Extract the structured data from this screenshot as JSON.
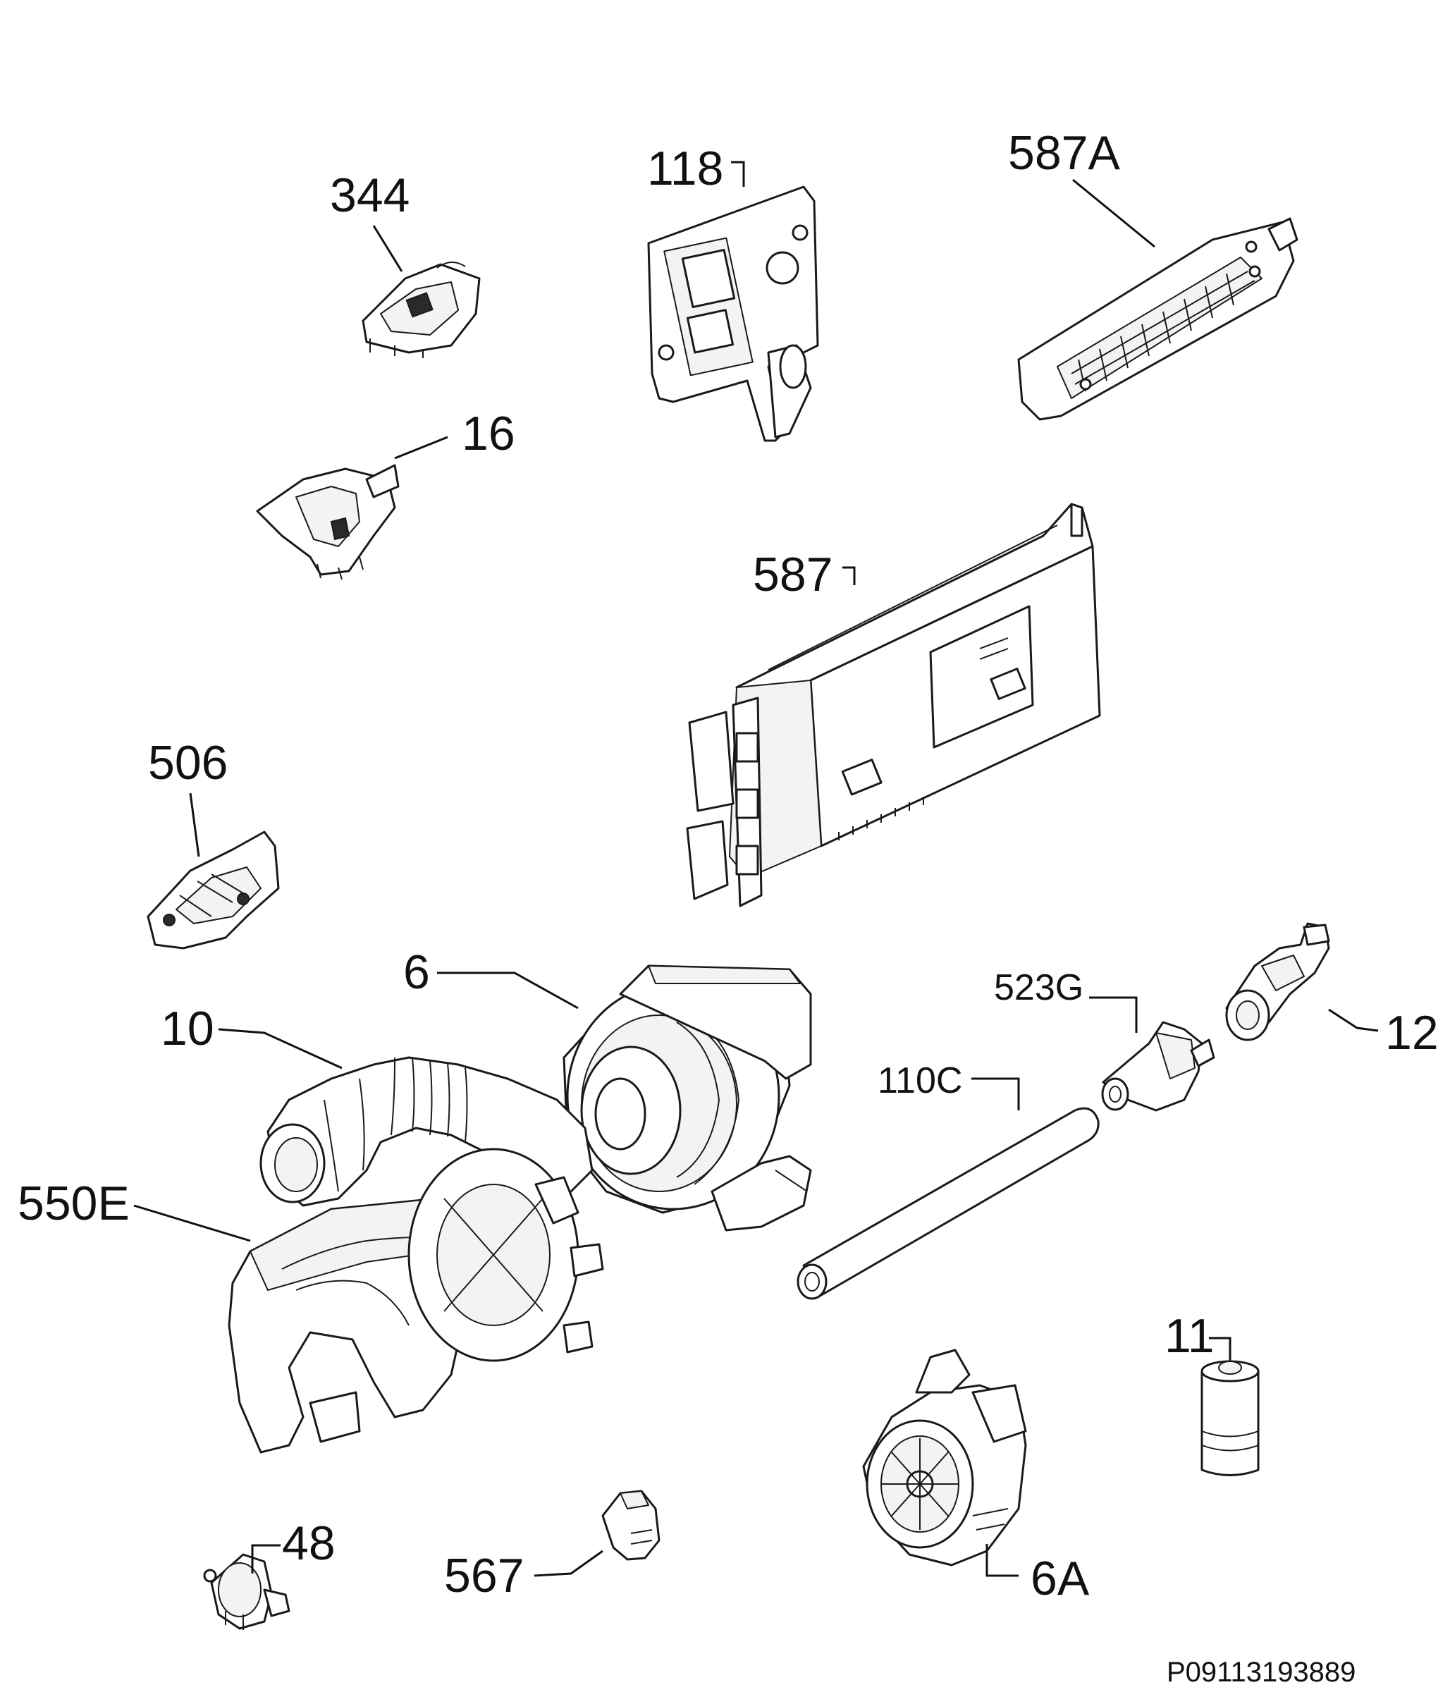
{
  "parts": [
    {
      "id": "344",
      "label": "344"
    },
    {
      "id": "118",
      "label": "118"
    },
    {
      "id": "587A",
      "label": "587A"
    },
    {
      "id": "16",
      "label": "16"
    },
    {
      "id": "587",
      "label": "587"
    },
    {
      "id": "506",
      "label": "506"
    },
    {
      "id": "6",
      "label": "6"
    },
    {
      "id": "10",
      "label": "10"
    },
    {
      "id": "523G",
      "label": "523G"
    },
    {
      "id": "12",
      "label": "12"
    },
    {
      "id": "110C",
      "label": "110C"
    },
    {
      "id": "550E",
      "label": "550E"
    },
    {
      "id": "11",
      "label": "11"
    },
    {
      "id": "48",
      "label": "48"
    },
    {
      "id": "567",
      "label": "567"
    },
    {
      "id": "6A",
      "label": "6A"
    }
  ],
  "footer": {
    "drawing_code": "P09113193889"
  }
}
